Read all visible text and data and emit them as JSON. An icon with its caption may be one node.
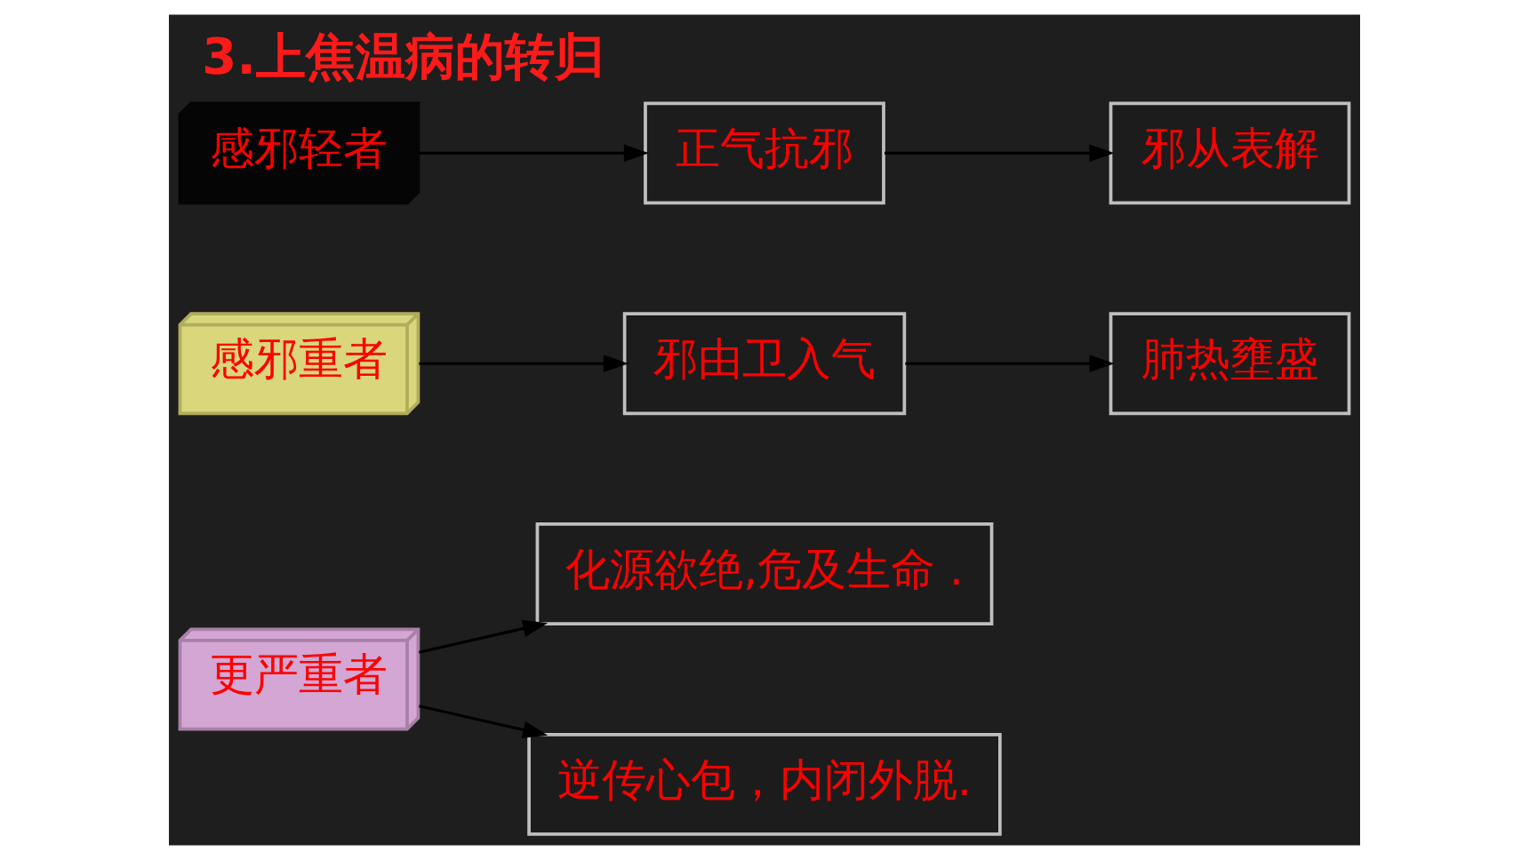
{
  "diagram": {
    "title": "3.上焦温病的转归",
    "nodes": [
      {
        "text": [
          "感邪轻者"
        ]
      },
      {
        "text": [
          "正气抗邪"
        ]
      },
      {
        "text": [
          "邪从表解"
        ]
      },
      {
        "text": [
          "感邪重者"
        ]
      },
      {
        "text": [
          "邪由卫入气"
        ]
      },
      {
        "text": [
          "肺热壅盛"
        ]
      },
      {
        "text": [
          "更严重者"
        ]
      },
      {
        "text": [
          "化源欲绝,危及生命 ."
        ]
      },
      {
        "text": [
          "逆传心包，内闭外脱."
        ]
      }
    ],
    "edges": [
      {
        "from": 0,
        "to": 1,
        "arrow": "to"
      },
      {
        "from": 1,
        "to": 2,
        "arrow": "to"
      },
      {
        "from": 3,
        "to": 4,
        "arrow": "to"
      },
      {
        "from": 4,
        "to": 5,
        "arrow": "to"
      },
      {
        "from": 6,
        "to": 7,
        "arrow": "to"
      },
      {
        "from": 6,
        "to": 8,
        "arrow": "to"
      }
    ]
  }
}
